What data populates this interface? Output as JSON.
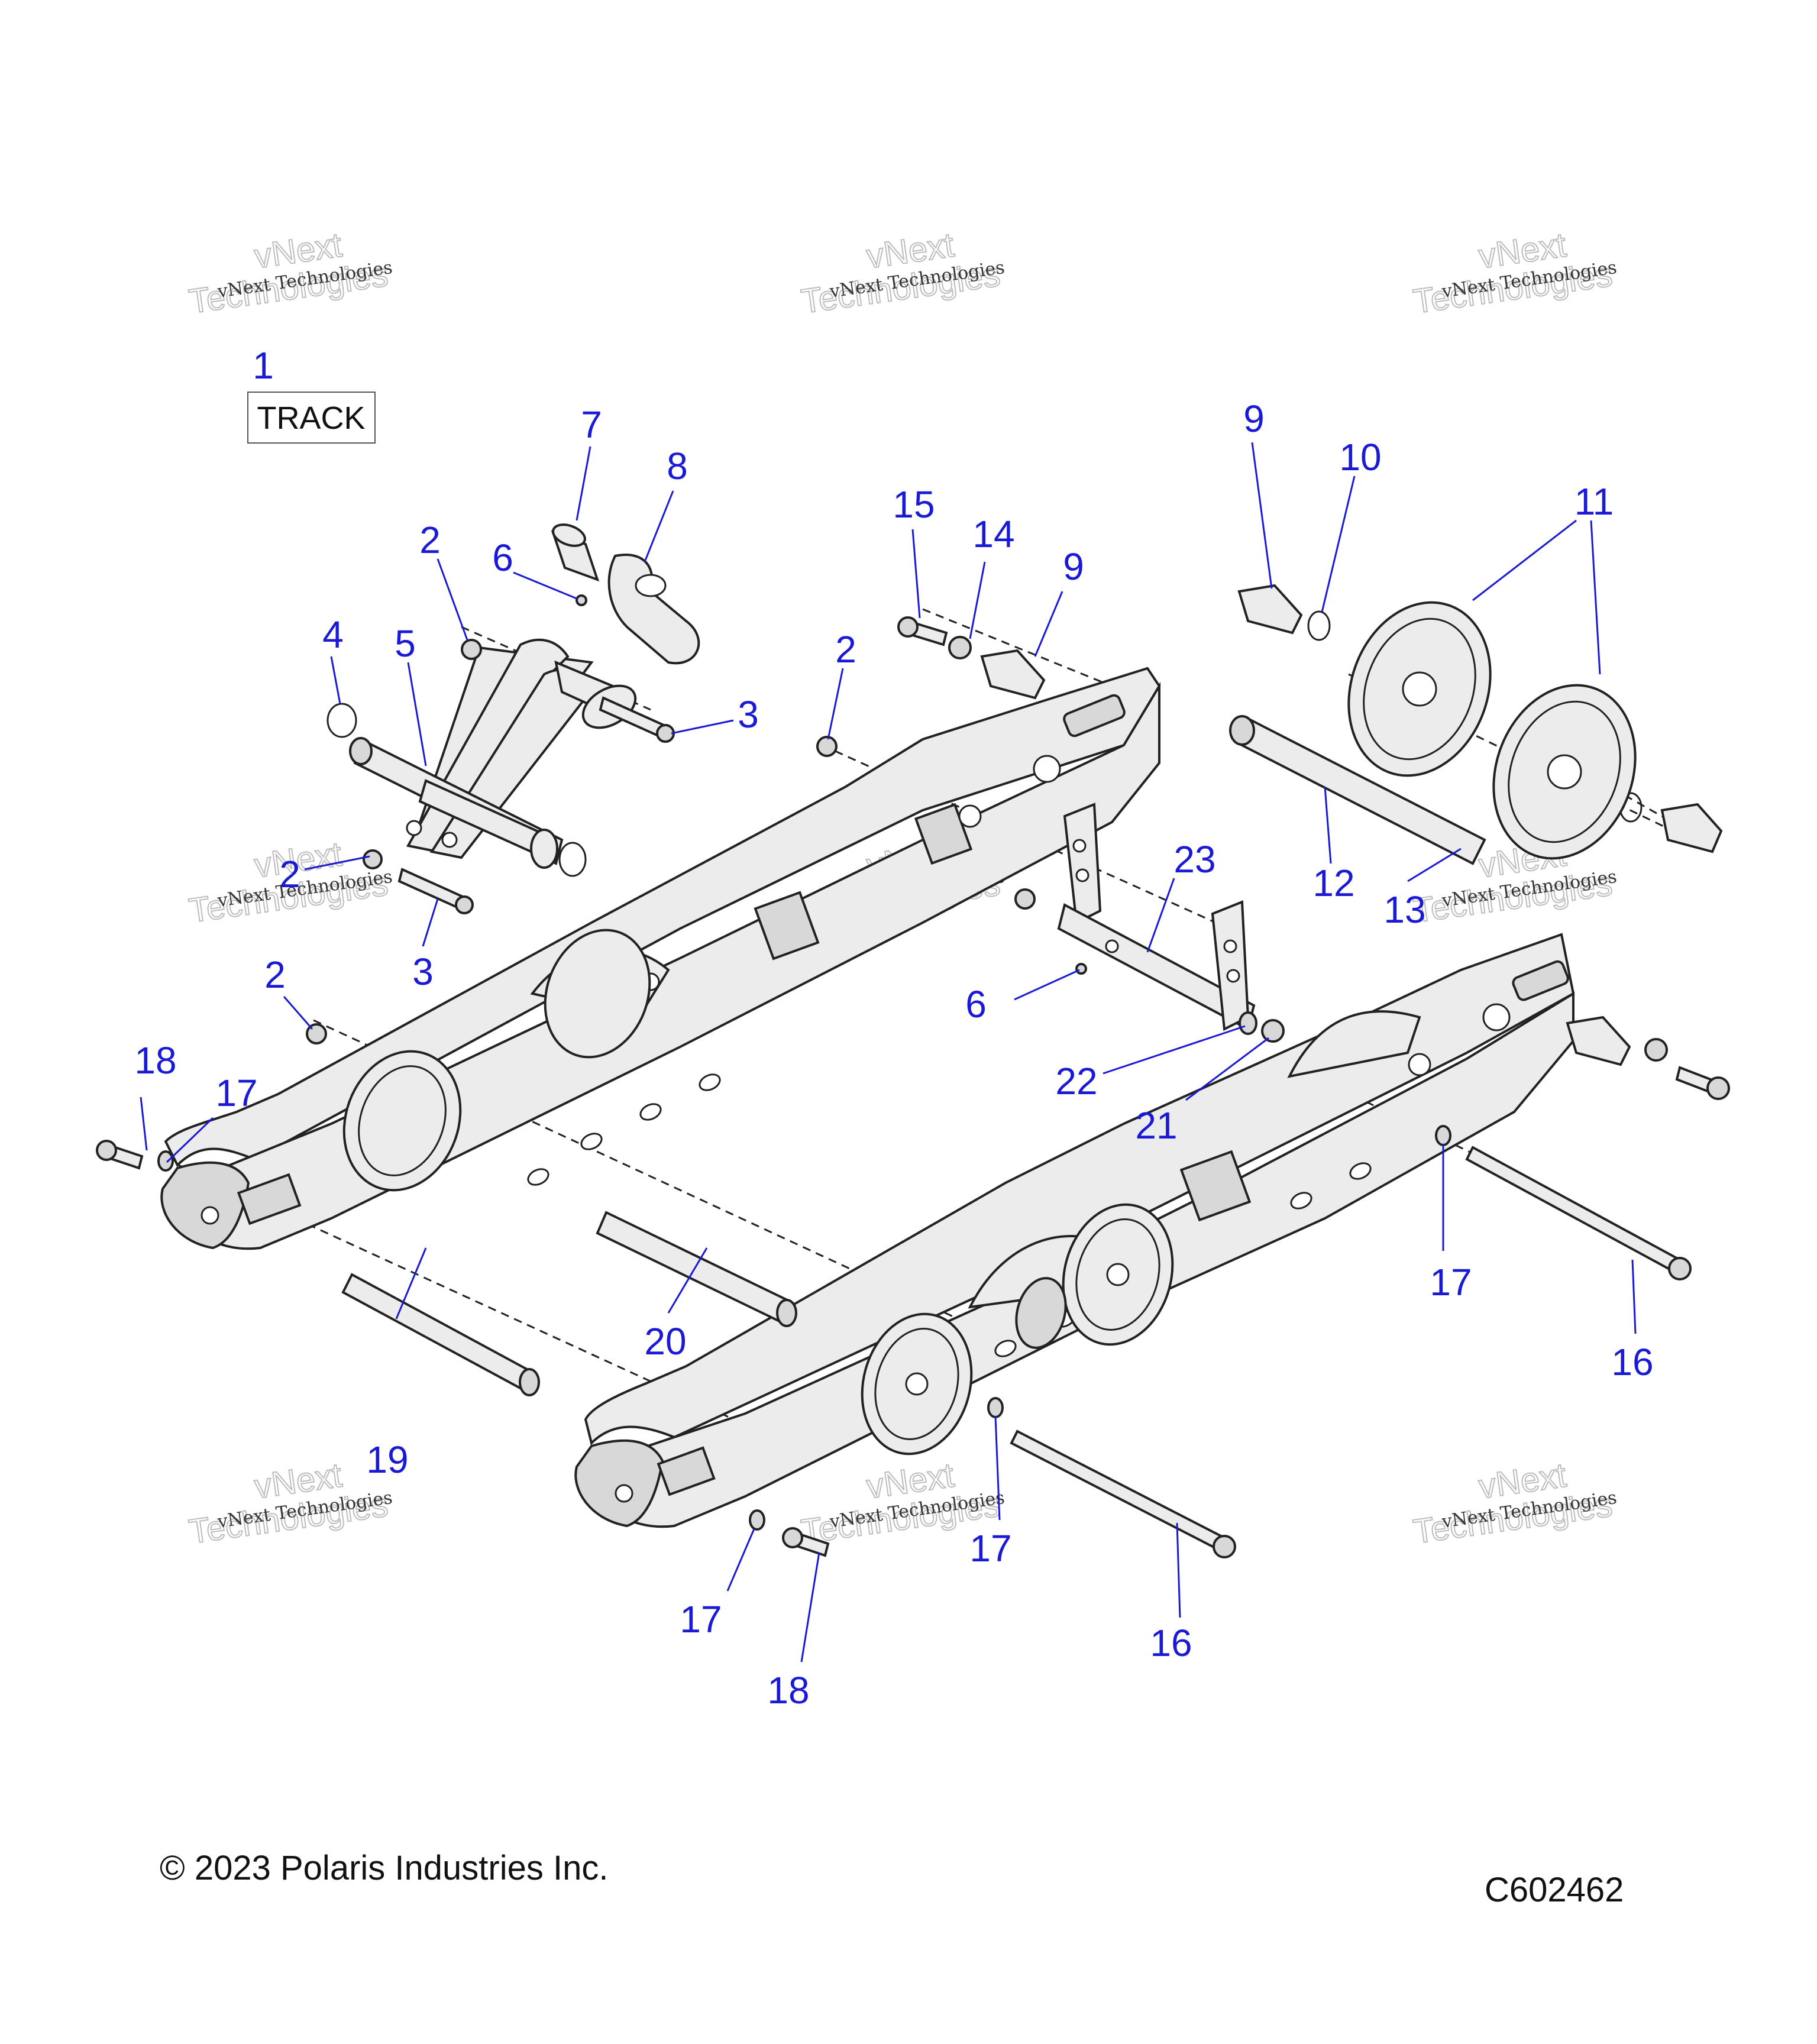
{
  "box_label": "TRACK",
  "callouts": {
    "c1": "1",
    "c2a": "2",
    "c2b": "2",
    "c2c": "2",
    "c2d": "2",
    "c3a": "3",
    "c3b": "3",
    "c4": "4",
    "c5": "5",
    "c6a": "6",
    "c6b": "6",
    "c7": "7",
    "c8": "8",
    "c9a": "9",
    "c9b": "9",
    "c10": "10",
    "c11": "11",
    "c12": "12",
    "c13": "13",
    "c14": "14",
    "c15": "15",
    "c16a": "16",
    "c16b": "16",
    "c17a": "17",
    "c17b": "17",
    "c17c": "17",
    "c17d": "17",
    "c18a": "18",
    "c18b": "18",
    "c19": "19",
    "c20": "20",
    "c21": "21",
    "c22": "22",
    "c23": "23"
  },
  "watermark": {
    "line1": "vNext Technologies",
    "line2": "vNext",
    "line3": "Technologies"
  },
  "footer": {
    "copyright": "© 2023 Polaris Industries Inc.",
    "diagram_id": "C602462"
  }
}
